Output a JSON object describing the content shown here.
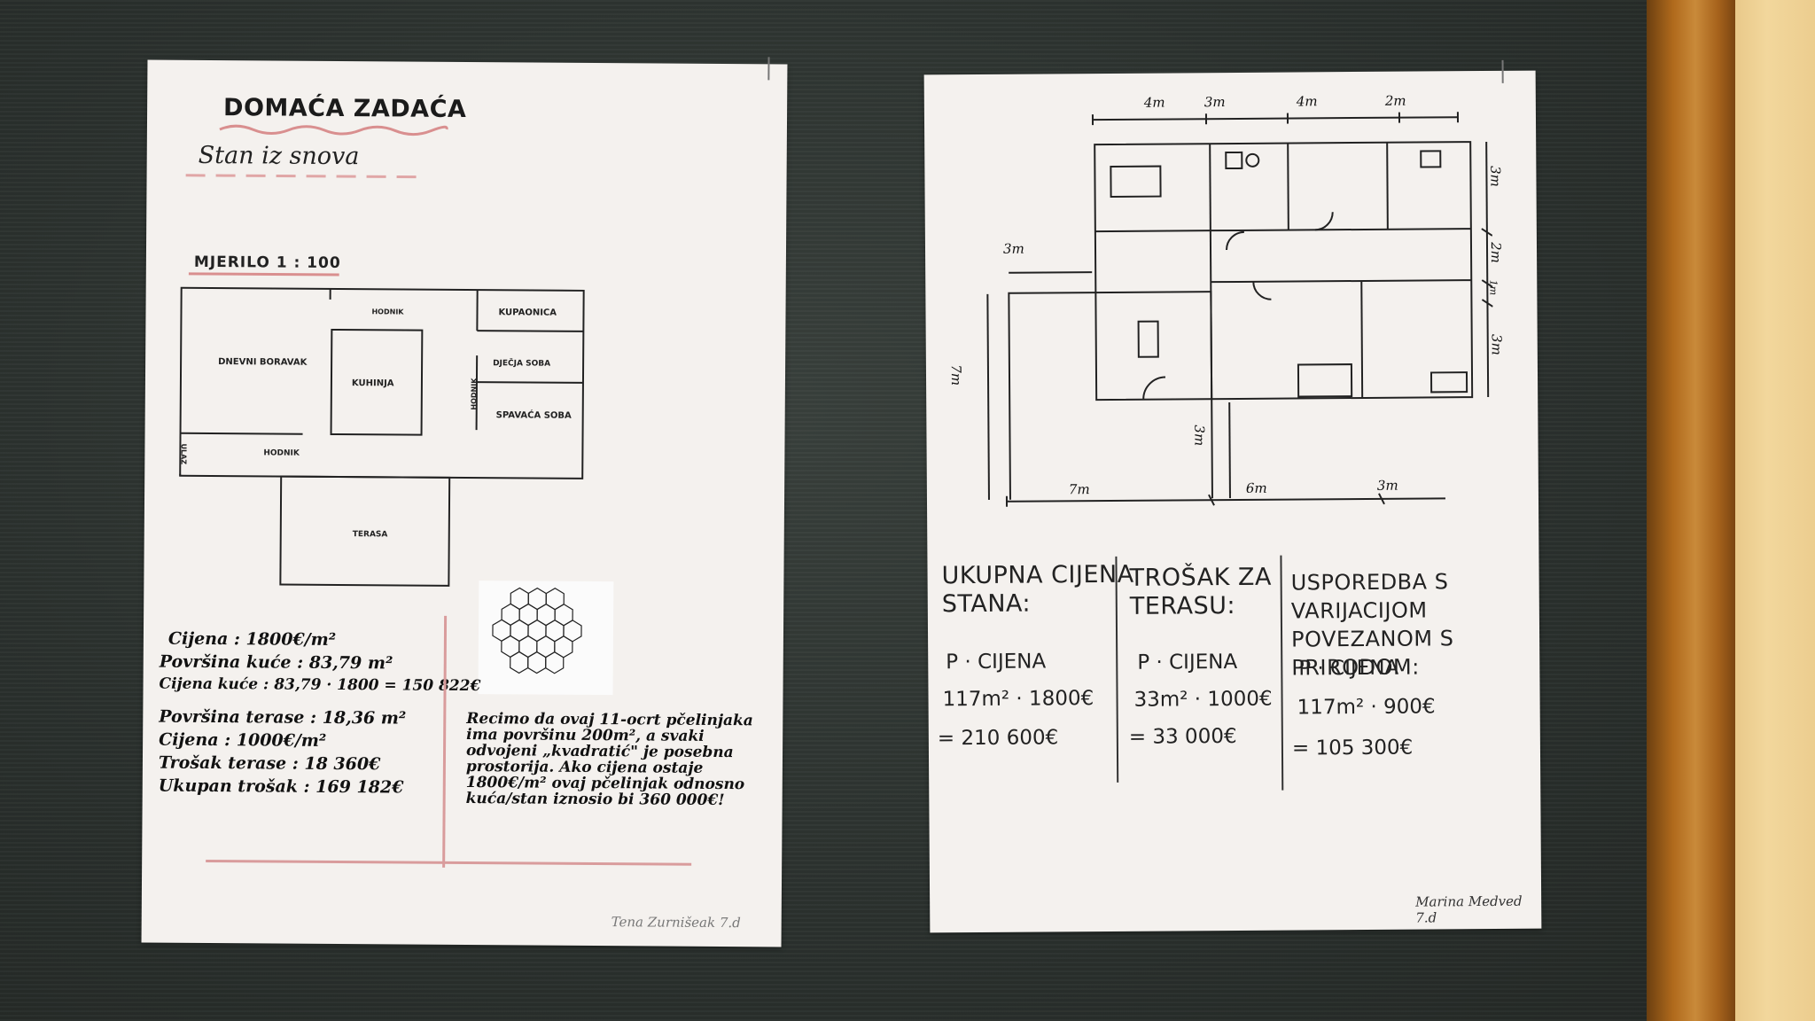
{
  "left_poster": {
    "title": "DOMAĆA ZADAĆA",
    "subtitle": "Stan iz snova",
    "scale": "MJERILO 1 : 100",
    "rooms": {
      "living": "DNEVNI BORAVAK",
      "hall_top": "HODNIK",
      "bathroom": "KUPAONICA",
      "kitchen": "KUHINJA",
      "hall_mid": "HODNIK",
      "kids_room": "DJEČJA SOBA",
      "bedroom": "SPAVAĆA SOBA",
      "entrance": "ULAZ",
      "hall_bottom": "HODNIK",
      "terrace": "TERASA"
    },
    "calc": [
      "Cijena : 1800€/m²",
      "Površina kuće : 83,79 m²",
      "Cijena kuće : 83,79 · 1800 = 150 822€",
      "Površina terase : 18,36 m²",
      "Cijena : 1000€/m²",
      "Trošak terase : 18 360€",
      "Ukupan trošak : 169 182€"
    ],
    "note": "Recimo da ovaj 11-ocrt pčelinjaka ima površinu 200m², a svaki odvojeni „kvadratić\" je posebna prostorija. Ako cijena ostaje 1800€/m² ovaj pčelinjak odnosno kuća/stan iznosio bi 360 000€!",
    "signature": "Tena Zurnišeak 7.d"
  },
  "right_poster": {
    "top_dims": [
      "4m",
      "3m",
      "4m",
      "2m"
    ],
    "right_dims": [
      "3m",
      "2m",
      "1m",
      "3m"
    ],
    "terrace_width": "3m",
    "terrace_height": "7m",
    "inner_height": "3m",
    "bottom_dims": [
      "7m",
      "6m",
      "3m"
    ],
    "columns": [
      {
        "heading": [
          "UKUPNA CIJENA",
          "STANA:"
        ],
        "label": "P · CIJENA",
        "formula": "117m² · 1800€",
        "result": "= 210 600€"
      },
      {
        "heading": [
          "TROŠAK ZA",
          "TERASU:"
        ],
        "label": "P · CIJENA",
        "formula": "33m² · 1000€",
        "result": "= 33 000€"
      },
      {
        "heading": [
          "USPOREDBA S VARIJACIJOM",
          "POVEZANOM S PRIRODOM:"
        ],
        "label": "P · CIJENA",
        "formula": "117m² · 900€",
        "result": "= 105 300€"
      }
    ],
    "signature": "Marina Medved 7.d"
  }
}
